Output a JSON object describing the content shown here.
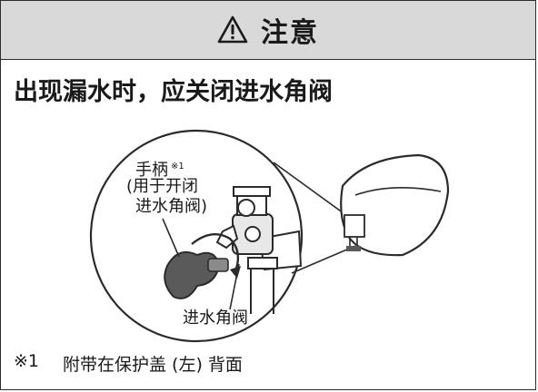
{
  "header": {
    "icon": "warning-triangle-icon",
    "title": "注意"
  },
  "headline": "出现漏水时，应关闭进水角阀",
  "callouts": {
    "handle": "手柄",
    "handle_ref": "※1",
    "handle_note_line1": "(用于开闭",
    "handle_note_line2": "进水角阀)",
    "valve": "进水角阀"
  },
  "footnote": {
    "marker": "※1",
    "text": "附带在保护盖 (左) 背面"
  },
  "colors": {
    "header_bg": "#d9d9d9",
    "border": "#2b2b2b",
    "text": "#1a1a1a"
  }
}
